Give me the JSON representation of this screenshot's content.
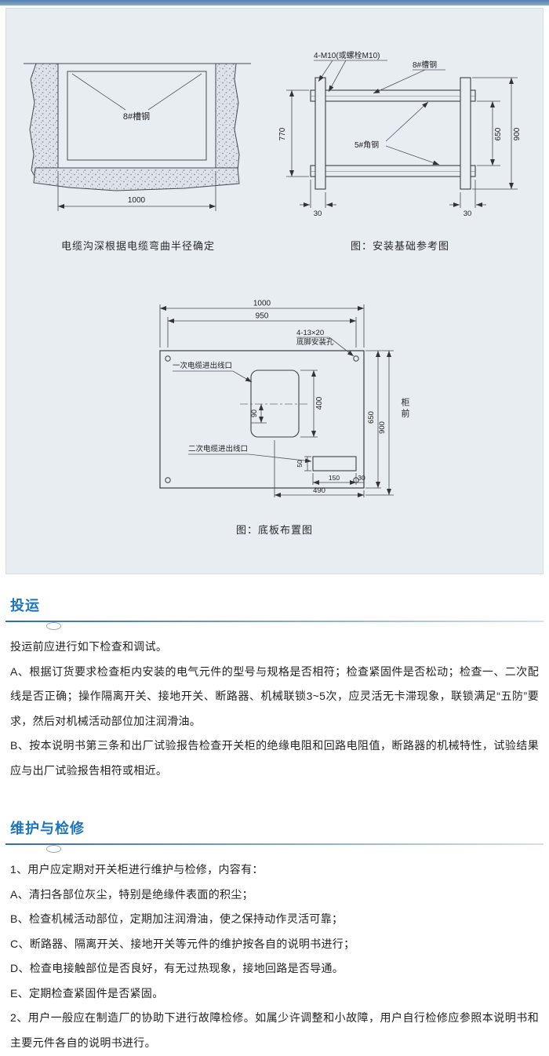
{
  "theme": {
    "accent": "#1b74bd",
    "panel_bg": "#e8edf2"
  },
  "panel": {
    "trench": {
      "label_channel": "8#槽钢",
      "dim_width": "1000",
      "caption": "电缆沟深根据电缆弯曲半径确定"
    },
    "foundation": {
      "label_bolts": "4-M10(或螺栓M10)",
      "label_channel": "8#槽钢",
      "label_angle": "5#角钢",
      "dim_left": "770",
      "dim_inner": "650",
      "dim_outer": "900",
      "dim_offset_left": "30",
      "dim_offset_right": "30",
      "caption": "图：安装基础参考图"
    },
    "baseplate": {
      "dim_top_outer": "1000",
      "dim_top_inner": "950",
      "label_holes_line1": "4-13×20",
      "label_holes_line2": "底脚安装孔",
      "label_primary": "一次电缆进出线口",
      "label_secondary": "二次电缆进出线口",
      "dim_primary_height": "400",
      "dim_primary_left": "90",
      "dim_right_inner": "650",
      "dim_right_outer": "900",
      "label_front": "柜前",
      "dim_secondary_height": "50",
      "dim_secondary_width": "150",
      "dim_secondary_offset": "30",
      "dim_bottom": "490",
      "caption": "图：底板布置图"
    }
  },
  "sections": [
    {
      "title": "投运",
      "paragraphs": [
        "投运前应进行如下检查和调试。",
        "A、根据订货要求检查柜内安装的电气元件的型号与规格是否相符；检查紧固件是否松动；检查一、二次配线是否正确；操作隔离开关、接地开关、断路器、机械联锁3~5次，应灵活无卡滞现象，联锁满足“五防”要求，然后对机械活动部位加注润滑油。",
        "B、按本说明书第三条和出厂试验报告检查开关柜的绝缘电阻和回路电阻值，断路器的机械特性，试验结果应与出厂试验报告相符或相近。"
      ]
    },
    {
      "title": "维护与检修",
      "paragraphs": [
        "1、用户应定期对开关柜进行维护与检修，内容有：",
        "A、清扫各部位灰尘，特别是绝缘件表面的积尘；",
        "B、检查机械活动部位，定期加注润滑油，使之保持动作灵活可靠；",
        "C、断路器、隔离开关、接地开关等元件的维护按各自的说明书进行；",
        "D、检查电接触部位是否良好，有无过热现象，接地回路是否导通。",
        "E、定期检查紧固件是否紧固。",
        "2、用户一般应在制造厂的协助下进行故障检修。如属少许调整和小故障，用户自行检修应参照本说明书和主要元件各自的说明书进行。"
      ]
    }
  ]
}
